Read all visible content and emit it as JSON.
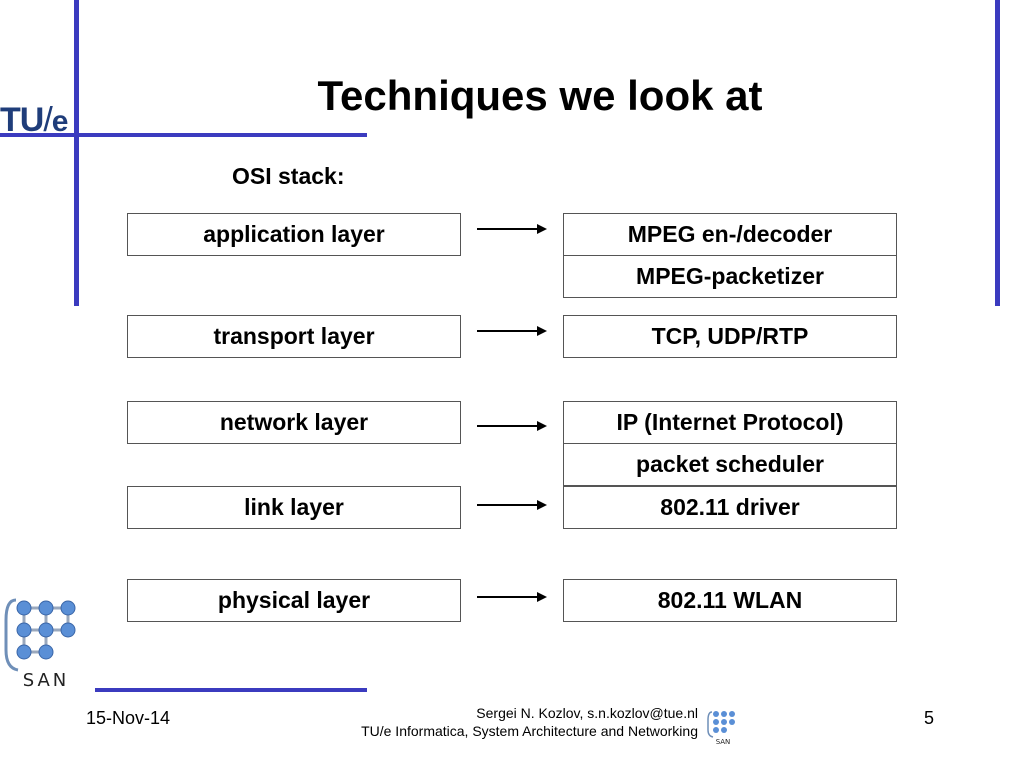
{
  "logo": {
    "tue_main": "TU",
    "tue_slash": "/",
    "tue_e": "e",
    "san": "SAN"
  },
  "title": "Techniques we look at",
  "osi_label": "OSI stack:",
  "layers": [
    {
      "label": "application layer"
    },
    {
      "label": "transport layer"
    },
    {
      "label": "network layer"
    },
    {
      "label": "link layer"
    },
    {
      "label": "physical layer"
    }
  ],
  "techniques": [
    {
      "label": "MPEG en-/decoder"
    },
    {
      "label": "MPEG-packetizer"
    },
    {
      "label": "TCP, UDP/RTP"
    },
    {
      "label": "IP (Internet Protocol)"
    },
    {
      "label": "packet scheduler"
    },
    {
      "label": "802.11 driver"
    },
    {
      "label": "802.11 WLAN"
    }
  ],
  "footer": {
    "date": "15-Nov-14",
    "author_line1": "Sergei N. Kozlov, s.n.kozlov@tue.nl",
    "author_line2": "TU/e Informatica, System Architecture and Networking",
    "page": "5"
  },
  "colors": {
    "frame": "#3b3bbf",
    "logo": "#1f3d7a",
    "san_node": "#5a8fd6"
  },
  "icons": {
    "tue_logo": "tue-logo-icon",
    "san_logo": "san-logo-icon"
  }
}
